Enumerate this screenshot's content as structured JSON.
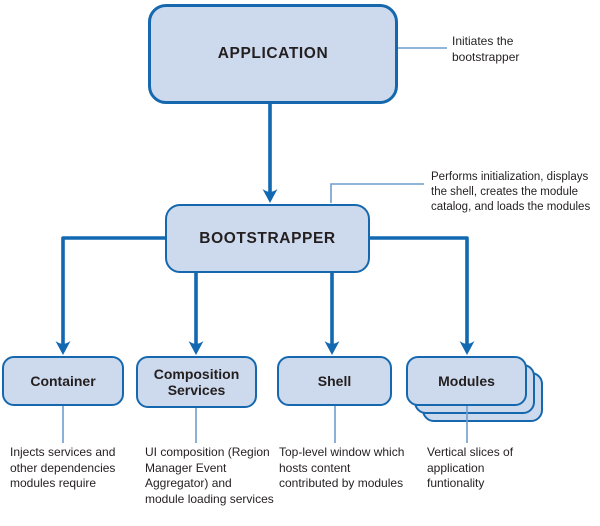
{
  "nodes": {
    "application": {
      "label": "APPLICATION"
    },
    "bootstrapper": {
      "label": "BOOTSTRAPPER"
    },
    "container": {
      "label": "Container",
      "description": "Injects services and other dependencies modules require"
    },
    "composition_services": {
      "label": "Composition Services",
      "description": "UI composition (Region Manager Event Aggregator) and module loading services"
    },
    "shell": {
      "label": "Shell",
      "description": "Top-level window which hosts content contributed by modules"
    },
    "modules": {
      "label": "Modules",
      "description": "Vertical slices of application funtionality"
    }
  },
  "annotations": {
    "application_note": "Initiates the bootstrapper",
    "bootstrapper_note": "Performs initialization, displays the shell, creates the module catalog, and loads the modules"
  },
  "colors": {
    "node_fill": "#cdd9ec",
    "node_border": "#1568ae",
    "arrow": "#1268b1",
    "callout_line": "#6f9dcd",
    "text": "#231f20"
  }
}
